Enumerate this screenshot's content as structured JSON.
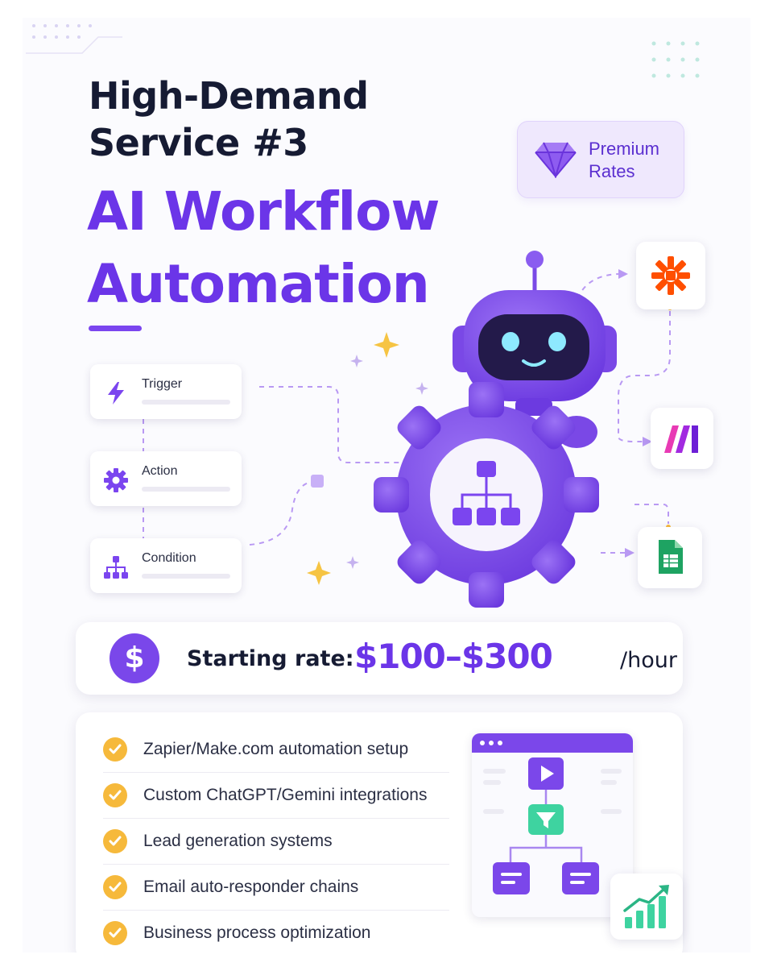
{
  "title": {
    "line1": "High-Demand",
    "line2": "Service #3",
    "main1": "AI Workflow",
    "main2": "Automation"
  },
  "premium_badge": {
    "line1": "Premium",
    "line2": "Rates",
    "icon": "diamond-icon"
  },
  "workflow_nodes": [
    {
      "label": "Trigger",
      "icon": "lightning-icon"
    },
    {
      "label": "Action",
      "icon": "gear-icon"
    },
    {
      "label": "Condition",
      "icon": "hierarchy-icon"
    }
  ],
  "apps": [
    {
      "name": "zapier",
      "icon": "asterisk-logo-icon",
      "color": "#ff4f00"
    },
    {
      "name": "make",
      "icon": "stripes-logo-icon",
      "color": "#6d1fd6"
    },
    {
      "name": "sheets",
      "icon": "spreadsheet-icon",
      "color": "#1ea362"
    }
  ],
  "rate": {
    "label": "Starting rate:",
    "amount": "$100–$300",
    "unit": "/hour",
    "icon": "dollar-icon",
    "symbol": "$"
  },
  "features": [
    "Zapier/Make.com automation setup",
    "Custom ChatGPT/Gemini integrations",
    "Lead generation systems",
    "Email auto-responder chains",
    "Business process optimization"
  ],
  "colors": {
    "primary": "#6b35e8",
    "dark": "#161b33",
    "check": "#f6b93b",
    "accent_green": "#3ed3a0"
  }
}
